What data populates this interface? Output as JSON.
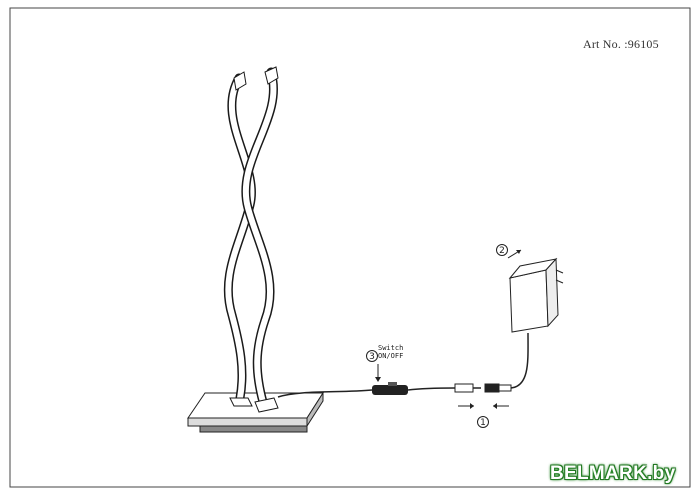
{
  "diagram": {
    "art_number": "Art No. :96105",
    "switch_label_line1": "Switch",
    "switch_label_line2": "ON/OFF",
    "step_1": "1",
    "step_2": "2",
    "step_3": "3",
    "watermark": "BELMARK.by",
    "watermark_color": "#2d8a2d"
  }
}
